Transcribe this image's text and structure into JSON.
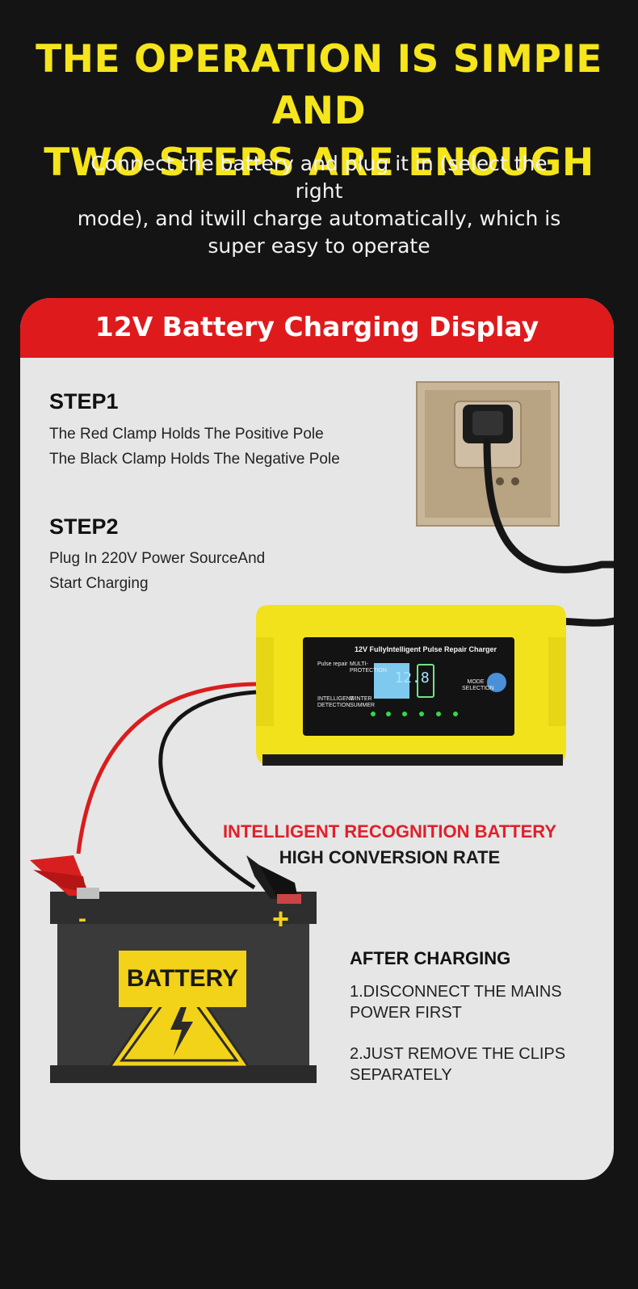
{
  "header": {
    "headline_line1": "THE OPERATION IS SIMPIE AND",
    "headline_line2": "TWO STEPS ARE ENOUGH",
    "subhead_line1": "Connect the battery and plug it in (select the right",
    "subhead_line2": "mode), and itwill charge automatically, which is",
    "subhead_line3": "super easy to operate"
  },
  "panel": {
    "title": "12V Battery Charging Display",
    "step1": {
      "title": "STEP1",
      "line1": "The Red Clamp Holds The Positive Pole",
      "line2": "The Black Clamp Holds The Negative Pole"
    },
    "step2": {
      "title": "STEP2",
      "line1": "Plug In 220V Power SourceAnd",
      "line2": "Start Charging"
    },
    "feature_red": "INTELLIGENT RECOGNITION BATTERY",
    "feature_black": "HIGH CONVERSION RATE",
    "after": {
      "title": "AFTER CHARGING",
      "item1_line1": "1.DISCONNECT THE MAINS",
      "item1_line2": "POWER FIRST",
      "item2_line1": "2.JUST REMOVE THE CLIPS",
      "item2_line2": "SEPARATELY"
    }
  },
  "charger": {
    "label": "12V FullyIntelligent Pulse Repair Charger",
    "display_value": "12.8",
    "pulse_repair": "Pulse repair",
    "multi_protection": "MULTI-PROTECTION",
    "intelligent_detection": "INTELLIGENT DETECTION",
    "winter_summer": "WINTER SUMMER",
    "mode_selection": "MODE SELECTION"
  },
  "battery": {
    "label": "BATTERY",
    "minus": "-",
    "plus": "+"
  },
  "colors": {
    "background": "#141414",
    "headline": "#f5e51a",
    "panel": "#e6e6e6",
    "panel_header": "#df1a1d",
    "charger_body": "#f2e21c",
    "battery_body": "#3a3a3a",
    "accent_red": "#e0202a"
  }
}
